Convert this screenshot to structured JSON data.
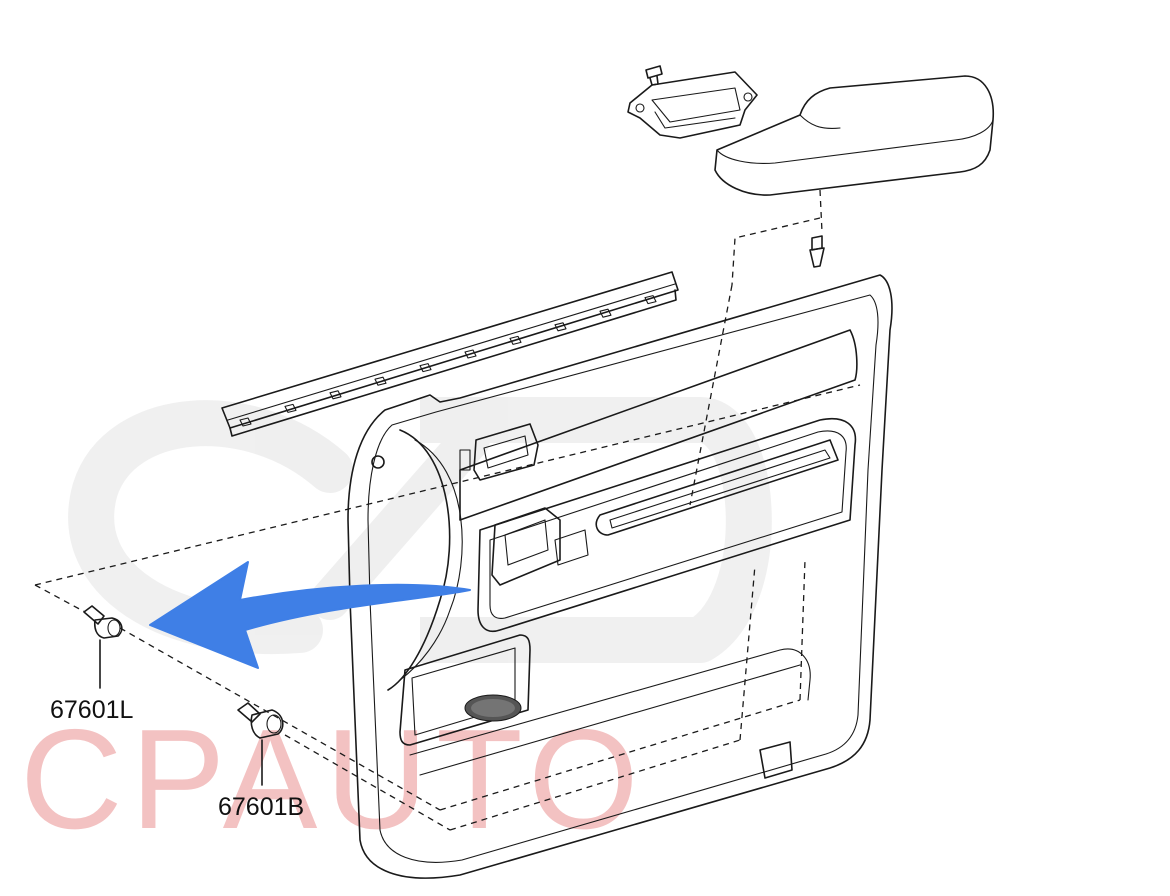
{
  "callouts": [
    {
      "id": "clip-l",
      "label": "67601L"
    },
    {
      "id": "clip-b",
      "label": "67601B"
    }
  ],
  "watermark": {
    "text": "CP AUTO",
    "color_text": "#f2b8b8",
    "color_logo": "#e3e3e3"
  },
  "arrow": {
    "color": "#3f7fe6",
    "icon": "arrow-left-icon"
  }
}
